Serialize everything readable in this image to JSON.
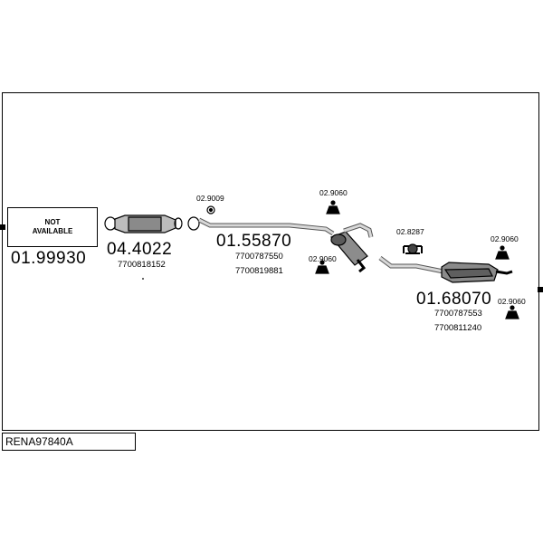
{
  "not_available": {
    "line1": "NOT",
    "line2": "AVAILABLE"
  },
  "parts": {
    "front_pipe": {
      "number": "01.99930"
    },
    "catalyst": {
      "number": "04.4022",
      "oem": "7700818152"
    },
    "middle_pipe": {
      "number": "01.55870",
      "oem1": "7700787550",
      "oem2": "7700819881"
    },
    "rear_silencer": {
      "number": "01.68070",
      "oem1": "7700787553",
      "oem2": "7700811240"
    }
  },
  "fittings": {
    "clamp_a": "02.9009",
    "mount_a": "02.9060",
    "mount_b": "02.9060",
    "clamp_b": "02.8287",
    "mount_c": "02.9060",
    "mount_d": "02.9060"
  },
  "diagram_code": "RENA97840A"
}
